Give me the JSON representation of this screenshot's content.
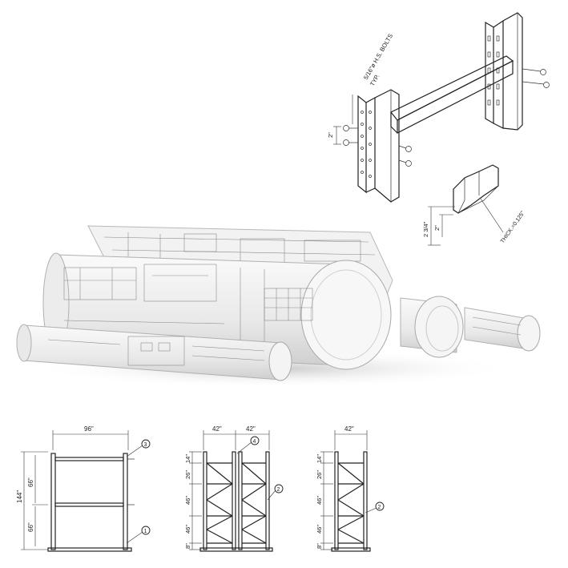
{
  "top_detail": {
    "bolt_note_line1": "5/16\"ø H.S. BOLTS",
    "bolt_note_line2": "TYP.",
    "spacing_label": "2\"",
    "height_label_1": "2 3/4\"",
    "height_label_2": "2\"",
    "thickness_note": "THICK.=0.125\""
  },
  "elevation_1": {
    "width_label": "96\"",
    "total_height_label": "144\"",
    "upper_label": "66\"",
    "lower_label": "66\"",
    "callout_top": "3",
    "callout_bottom": "1"
  },
  "elevation_2": {
    "width_label_left": "42\"",
    "width_label_right": "42\"",
    "labels": [
      "14\"",
      "26\"",
      "46\"",
      "46\"",
      "8\""
    ],
    "callout_top": "4",
    "callout_side": "2"
  },
  "elevation_3": {
    "width_label": "42\"",
    "labels": [
      "14\"",
      "26\"",
      "46\"",
      "46\"",
      "8\""
    ],
    "callout_side": "2"
  }
}
